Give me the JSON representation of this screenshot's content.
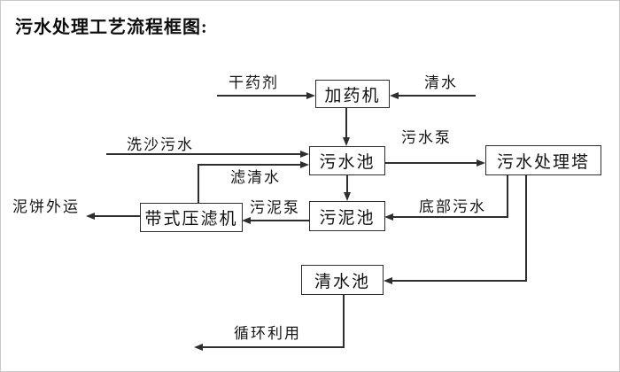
{
  "title": "污水处理工艺流程框图:",
  "nodes": {
    "dosing_machine": "加药机",
    "sewage_pool": "污水池",
    "treatment_tower": "污水处理塔",
    "sludge_pool": "污泥池",
    "belt_filter_press": "带式压滤机",
    "clean_water_pool": "清水池"
  },
  "edge_labels": {
    "dry_chemical": "干药剂",
    "clean_water": "清水",
    "sand_washing_sewage": "洗沙污水",
    "filtered_water": "滤清水",
    "sewage_pump": "污水泵",
    "bottom_sewage": "底部污水",
    "sludge_pump": "污泥泵",
    "mud_cake_out": "泥饼外运",
    "recycle_use": "循环利用"
  },
  "colors": {
    "line": "#2e2e2e",
    "text": "#111111",
    "background": "#ffffff"
  }
}
